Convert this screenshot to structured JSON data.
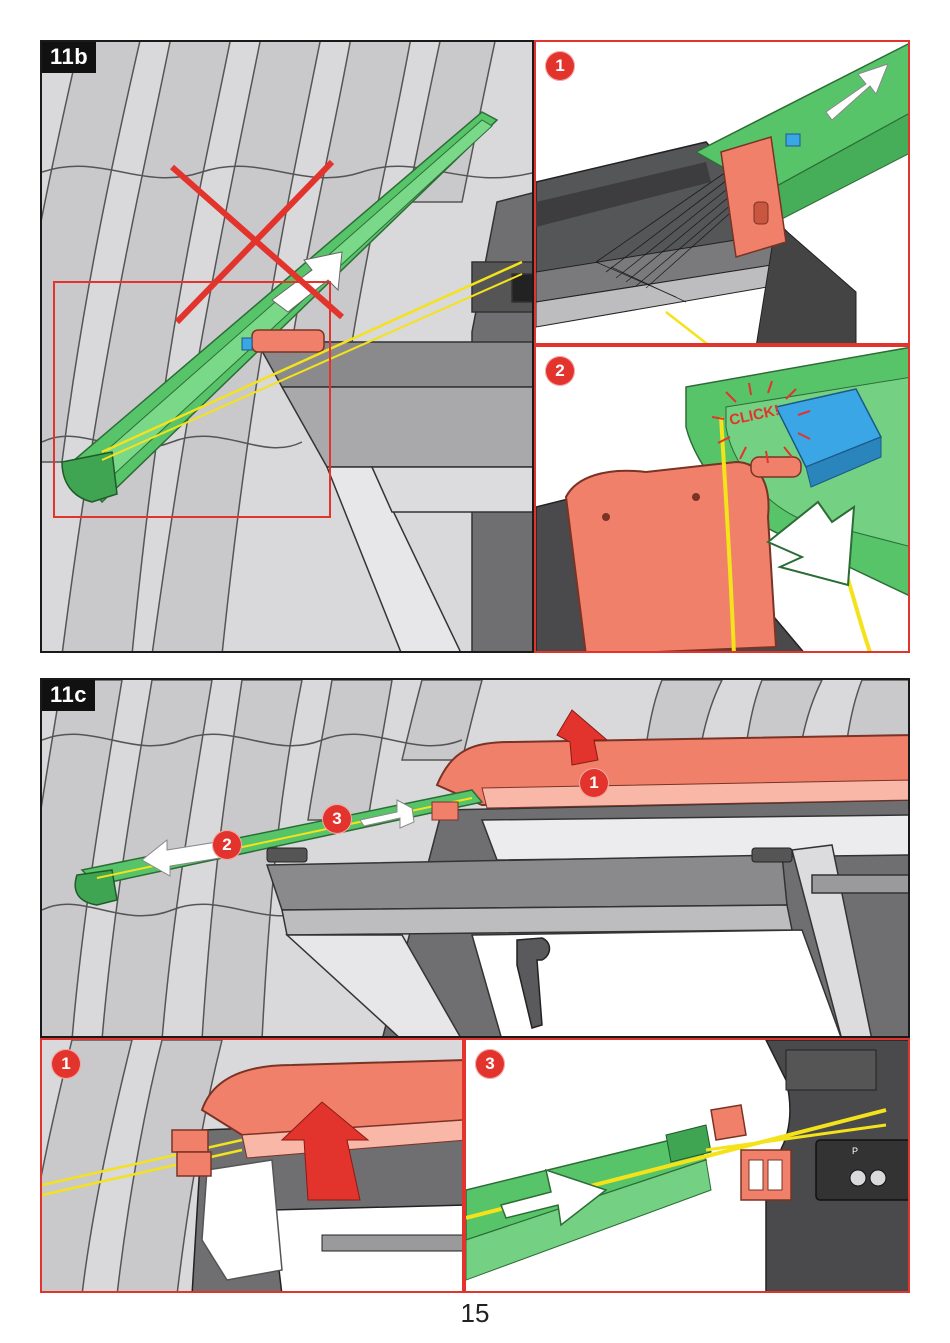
{
  "page": {
    "number": "15"
  },
  "step_11b": {
    "label": "11b",
    "detail_1": {
      "badge": "1"
    },
    "detail_2": {
      "badge": "2",
      "click_text": "CLICK!"
    }
  },
  "step_11c": {
    "label": "11c",
    "callouts": [
      "1",
      "2",
      "3"
    ],
    "detail_1": {
      "badge": "1"
    },
    "detail_3": {
      "badge": "3",
      "button_labels": [
        "P"
      ]
    }
  },
  "colors": {
    "accent_red": "#e2342d",
    "flashing_green": "#4fbf63",
    "component_orange": "#f0806a",
    "cable_yellow": "#f4e21a",
    "clip_blue": "#3aa6e6"
  }
}
